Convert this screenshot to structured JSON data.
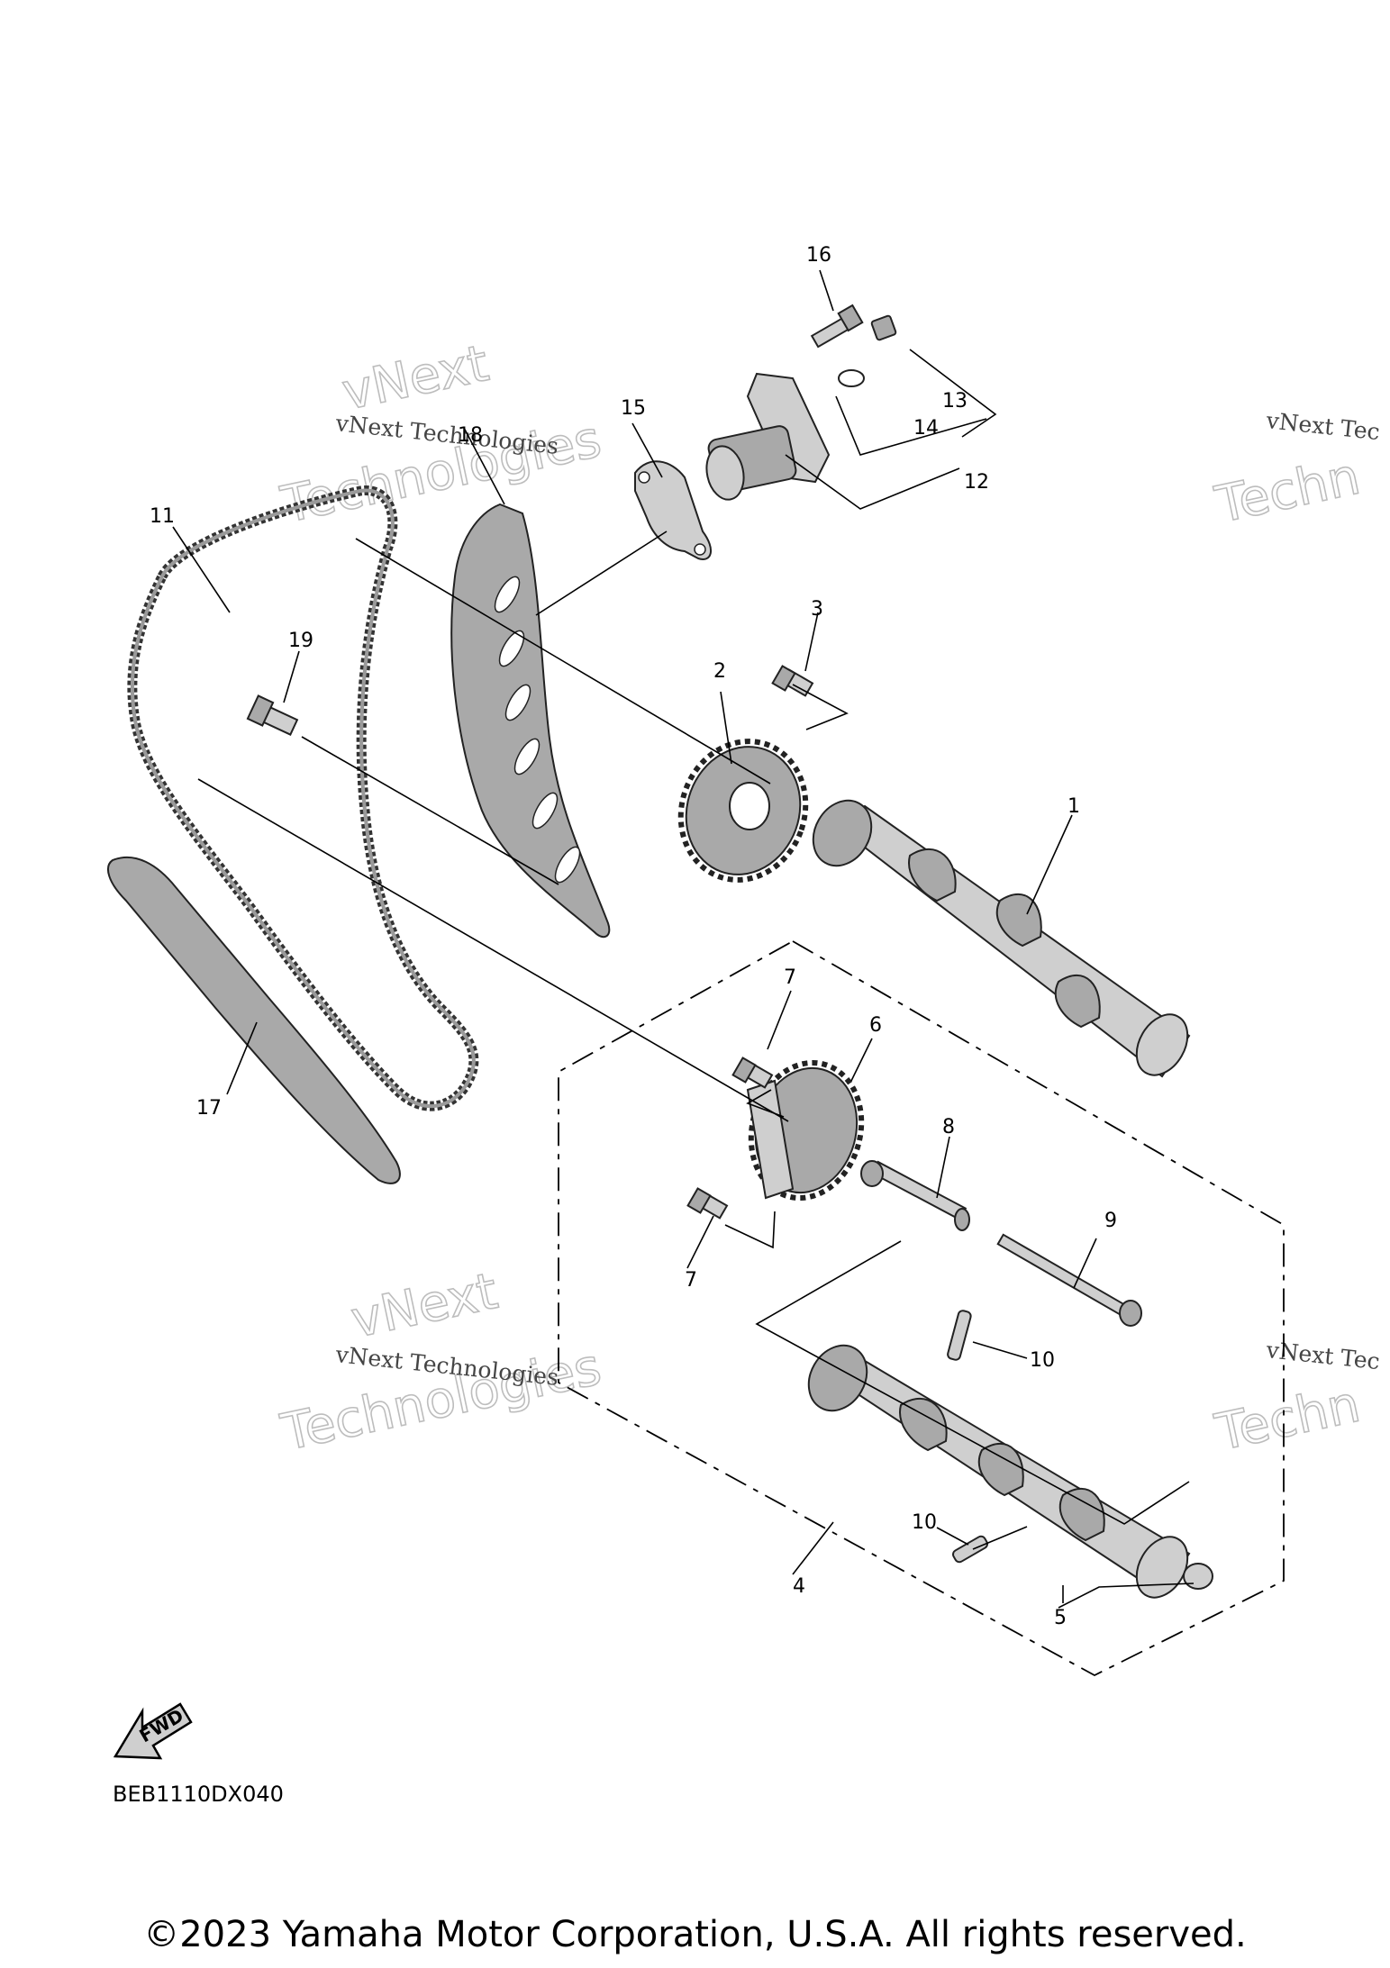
{
  "callouts": {
    "c1": "1",
    "c2": "2",
    "c3": "3",
    "c4": "4",
    "c5": "5",
    "c6": "6",
    "c7a": "7",
    "c7b": "7",
    "c8": "8",
    "c9": "9",
    "c10a": "10",
    "c10b": "10",
    "c11": "11",
    "c12": "12",
    "c13": "13",
    "c14": "14",
    "c15": "15",
    "c16": "16",
    "c17": "17",
    "c18": "18",
    "c19": "19"
  },
  "fwd_label": "FWD",
  "diagram_code": "BEB1110DX040",
  "watermark": {
    "line1": "vNext Technologies",
    "line2a": "vNext",
    "line2b": "Technologies",
    "right1": "vNext Tec",
    "right2": "Techn"
  },
  "copyright": "©2023 Yamaha Motor Corporation, U.S.A. All rights reserved.",
  "icons": {
    "fwd": "fwd-arrow-icon"
  }
}
